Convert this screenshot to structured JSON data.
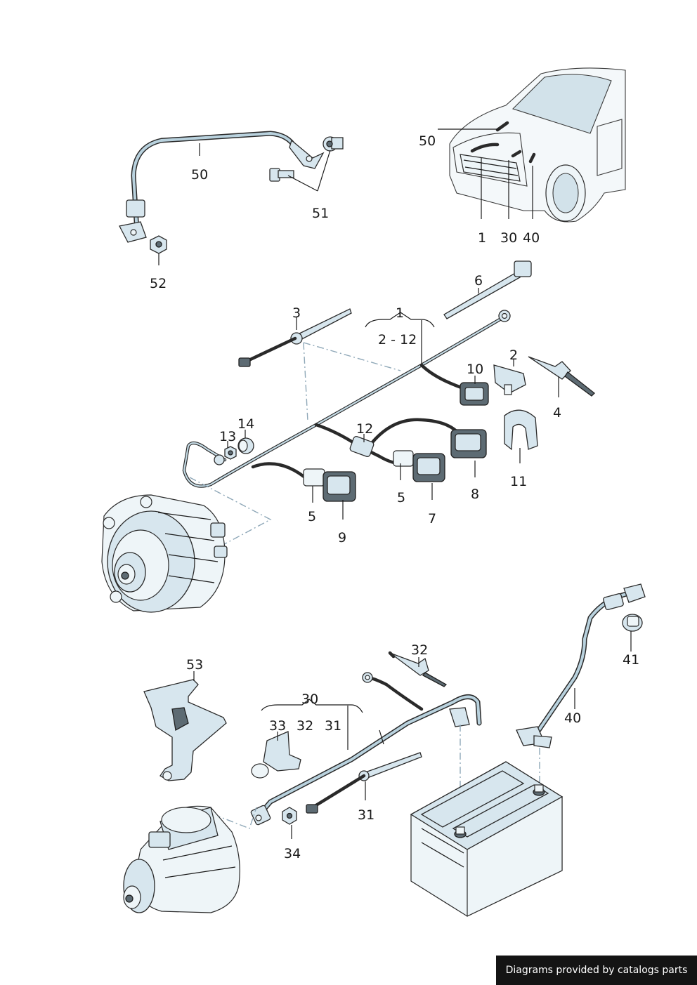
{
  "callouts": {
    "c50_top": "50",
    "c51": "51",
    "c52": "52",
    "c50_car": "50",
    "c1_car": "1",
    "c30_car": "30",
    "c40_car": "40",
    "c6": "6",
    "c3": "3",
    "c1_group": "1",
    "c2_12": "2 - 12",
    "c10": "10",
    "c2": "2",
    "c4": "4",
    "c14": "14",
    "c13": "13",
    "c12": "12",
    "c11": "11",
    "c8": "8",
    "c5_right": "5",
    "c7": "7",
    "c5_left": "5",
    "c9": "9",
    "c32_top": "32",
    "c41": "41",
    "c53": "53",
    "c30_group": "30",
    "c33": "33",
    "c32": "32",
    "c31": "31",
    "c40": "40",
    "c31_bottom": "31",
    "c34": "34"
  },
  "footer": {
    "credit": "Diagrams provided by catalogs parts"
  }
}
